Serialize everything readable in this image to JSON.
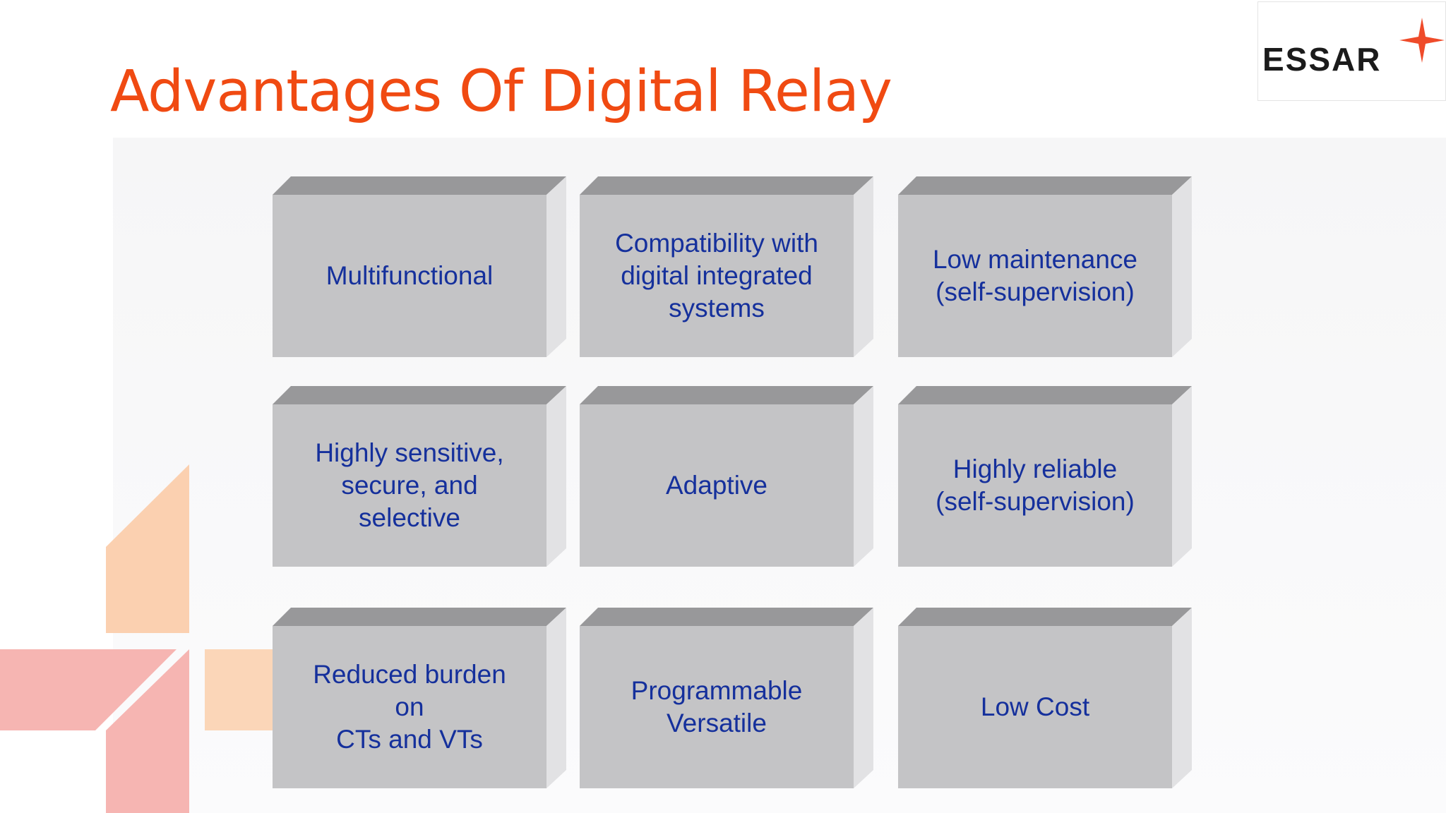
{
  "slide": {
    "title": "Advantages Of Digital Relay",
    "logo_text": "ESSAR",
    "colors": {
      "title": "#f04a12",
      "box_text": "#15309c",
      "box_face": "#c4c4c6",
      "box_top": "#98989a",
      "box_side": "#e2e2e4"
    },
    "boxes": [
      {
        "label": "Multifunctional"
      },
      {
        "label": "Compatibility with\ndigital integrated\nsystems"
      },
      {
        "label": "Low maintenance\n(self-supervision)"
      },
      {
        "label": "Highly sensitive,\nsecure, and\nselective"
      },
      {
        "label": "Adaptive"
      },
      {
        "label": "Highly reliable\n(self-supervision)"
      },
      {
        "label": "Reduced burden\non\nCTs and VTs"
      },
      {
        "label": "Programmable\nVersatile"
      },
      {
        "label": "Low Cost"
      }
    ]
  }
}
